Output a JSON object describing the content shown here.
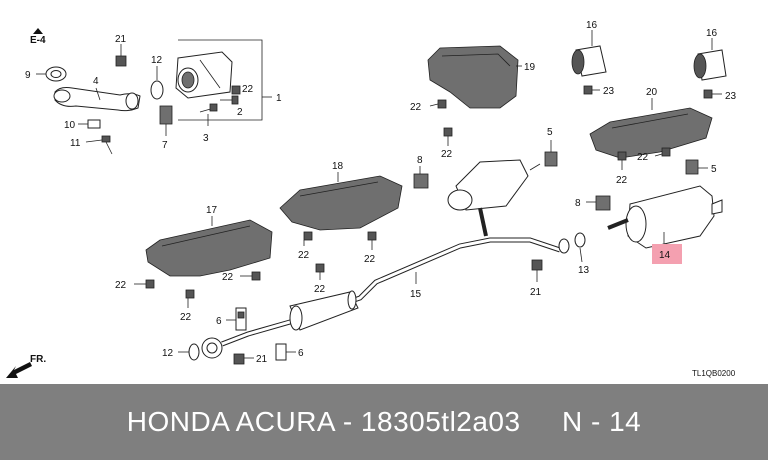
{
  "diagram": {
    "section_ref": "E-4",
    "direction_label": "FR.",
    "drawing_code": "TL1QB0200",
    "callouts": {
      "c1": "1",
      "c2": "2",
      "c3": "3",
      "c4": "4",
      "c5a": "5",
      "c5b": "5",
      "c6a": "6",
      "c6b": "6",
      "c7": "7",
      "c8a": "8",
      "c8b": "8",
      "c9": "9",
      "c10": "10",
      "c11": "11",
      "c12a": "12",
      "c12b": "12",
      "c13": "13",
      "c14": "14",
      "c15": "15",
      "c16a": "16",
      "c16b": "16",
      "c17": "17",
      "c18": "18",
      "c19": "19",
      "c20": "20",
      "c21a": "21",
      "c21b": "21",
      "c21c": "21",
      "c22a": "22",
      "c22b": "22",
      "c22c": "22",
      "c22d": "22",
      "c22e": "22",
      "c22f": "22",
      "c22g": "22",
      "c22h": "22",
      "c22i": "22",
      "c22j": "22",
      "c23a": "23",
      "c23b": "23"
    },
    "highlight_color": "#f4a0b0"
  },
  "caption": {
    "text": "HONDA ACURA - 18305tl2a03     N - 14"
  }
}
